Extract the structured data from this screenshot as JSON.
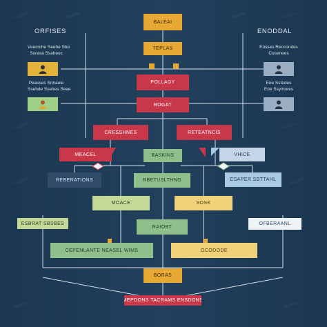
{
  "header": {
    "left_title": "ORFISES",
    "right_title": "ENODDAL"
  },
  "left_panel": {
    "caption_1": [
      "Veemche Seehe Sbo",
      "Sorasa Ssaheoc"
    ],
    "caption_2": [
      "Peasses Snhaeie",
      "Ssehde Ssehes Seee"
    ]
  },
  "right_panel": {
    "caption_1": [
      "Ensses Reccondes",
      "Cosenees"
    ],
    "caption_2": [
      "Eoe Sstodes",
      "Eoe Ssymores"
    ]
  },
  "nodes": {
    "top": "BALEAI",
    "tier2": "TEPLAS",
    "policy": "POLLAGY",
    "boat": "BOGAT",
    "left_red": "CRESSHNES",
    "right_red": "RETEATNCIS",
    "meacel": "MEACEL",
    "baskins": "BASKINS",
    "vhice": "VHICE",
    "rebe": "REBERATIONS",
    "rbet": "RBETUSLTHNG",
    "esaper": "ESAPER SBTTAHL",
    "moace": "MOACE",
    "sose": "SOSE",
    "esbrat": "ESBRAT SBSBES",
    "raiobt": "RAIOBT",
    "ofbera": "OFBERAANL",
    "cepen": "CEPENLANTE NEASEL WIMS",
    "ocode": "OCODODE",
    "boras": "BORAS",
    "bottom": "MEPDONS TACRAMS  ENSDONS"
  },
  "icons": {
    "left_avatar_1": "person-icon",
    "left_avatar_2": "person-icon",
    "right_avatar_1": "person-icon",
    "right_avatar_2": "person-icon"
  },
  "watermark": "FREEPIK",
  "colors": {
    "background": "#1f3c56",
    "orange": "#e8a934",
    "red": "#c9384a",
    "green": "#8fbf8a",
    "light_green": "#c3d998",
    "yellow": "#f1d27a",
    "light_blue": "#a8cbe2"
  }
}
